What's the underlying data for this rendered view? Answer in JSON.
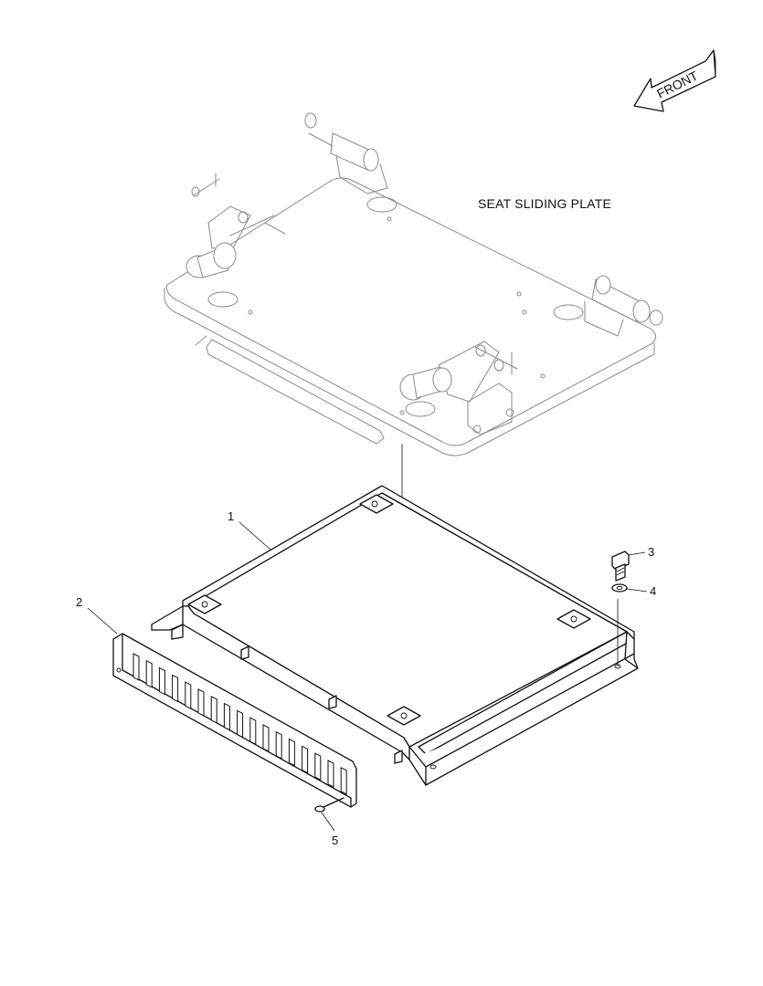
{
  "front_arrow": {
    "label": "FRONT",
    "icon": "front-arrow-icon"
  },
  "assembly_label": "SEAT SLIDING PLATE",
  "callouts": [
    {
      "number": "1",
      "part": "cover-plate"
    },
    {
      "number": "2",
      "part": "louver-panel"
    },
    {
      "number": "3",
      "part": "bolt"
    },
    {
      "number": "4",
      "part": "washer"
    },
    {
      "number": "5",
      "part": "screw"
    }
  ]
}
